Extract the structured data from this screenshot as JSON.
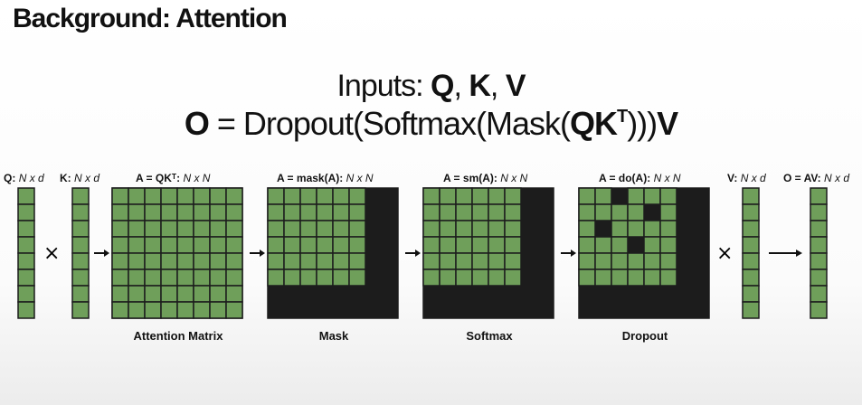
{
  "title": "Background: Attention",
  "equation": {
    "line1_prefix": "Inputs: ",
    "q": "Q",
    "sep1": ", ",
    "k": "K",
    "sep2": ", ",
    "v": "V",
    "o": "O",
    "line2_mid": " = Dropout(Softmax(Mask(",
    "qk": "QK",
    "t": "T",
    "line2_close": ")))",
    "v2": "V"
  },
  "labels": {
    "q": {
      "name": "Q:",
      "dim": "N x d"
    },
    "k": {
      "name": "K:",
      "dim": "N x d"
    },
    "attn": {
      "name": "A = QKᵀ:",
      "dim": "N x N"
    },
    "mask": {
      "name": "A = mask(A):",
      "dim": "N x N"
    },
    "sm": {
      "name": "A = sm(A):",
      "dim": "N x N"
    },
    "do": {
      "name": "A = do(A):",
      "dim": "N x N"
    },
    "v": {
      "name": "V:",
      "dim": "N x d"
    },
    "o": {
      "name": "O = AV:",
      "dim": "N x d"
    }
  },
  "captions": {
    "attn": "Attention Matrix",
    "mask": "Mask",
    "sm": "Softmax",
    "do": "Dropout"
  },
  "operators": {
    "times": "×"
  },
  "colors": {
    "cell_green": "#6f9f5a",
    "cell_border": "#1c1c1c",
    "masked": "#1c1c1c"
  }
}
